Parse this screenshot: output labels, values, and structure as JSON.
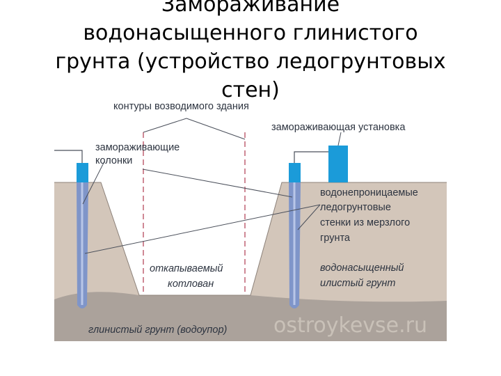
{
  "slide": {
    "title_lines": [
      "Замораживание",
      "водонасыщенного глинистого",
      "грунта (устройство ледогрунтовых",
      "стен)"
    ]
  },
  "diagram": {
    "labels": {
      "building_contours": "контуры возводимого здания",
      "freezing_unit": "замораживающая установка",
      "freezing_columns": [
        "замораживающие",
        "колонки"
      ],
      "ice_walls": [
        "водонепроницаемые",
        "ледогрунтовые",
        "стенки из мерзлого",
        "грунта"
      ],
      "saturated_soil": [
        "водонасыщенный",
        "илистый грунт"
      ],
      "pit": [
        "откапываемый",
        "котлован"
      ],
      "clay_soil": "глинистый грунт (водоупор)"
    },
    "watermark": "ostroykevse.ru"
  },
  "colors": {
    "silt": "#d3c6ba",
    "clay": "#aba29b",
    "column_blue": "#1b9bd9",
    "ice_blue": "#7f95c9",
    "pipe_blue": "#b8c6e8",
    "contour_dash": "#b5485c",
    "leader_line": "#4a4f5a"
  }
}
